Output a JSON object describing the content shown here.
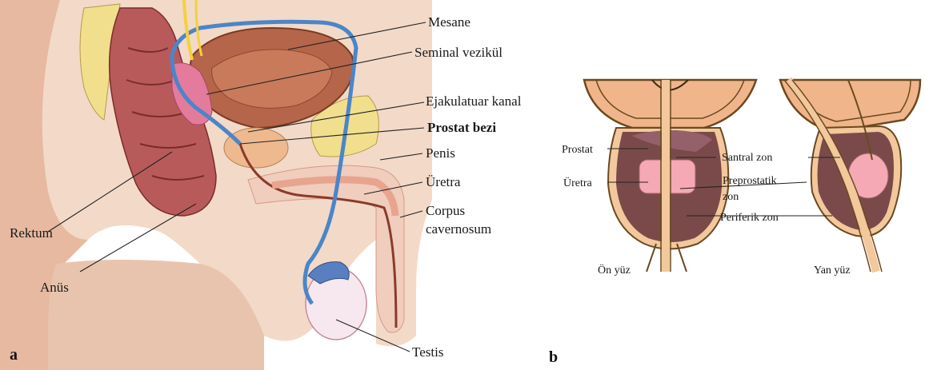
{
  "panel_a": {
    "letter": "a",
    "labels": {
      "mesane": "Mesane",
      "seminal": "Seminal vezikül",
      "ejakulatuar": "Ejakulatuar kanal",
      "prostat_bezi": "Prostat bezi",
      "penis": "Penis",
      "uretra": "Üretra",
      "corpus_1": "Corpus",
      "corpus_2": "cavernosum",
      "rektum": "Rektum",
      "anus": "Anüs",
      "testis": "Testis"
    }
  },
  "panel_b": {
    "letter": "b",
    "labels": {
      "prostat": "Prostat",
      "uretra": "Üretra",
      "santral": "Santral zon",
      "preprostatik_1": "Preprostatik",
      "preprostatik_2": "zon",
      "periferik": "Periferik zon",
      "on_yuz": "Ön yüz",
      "yan_yuz": "Yan yüz"
    }
  },
  "colors": {
    "skin": "#f3d9c8",
    "rectum": "#b95a5a",
    "bladder": "#b5654a",
    "prostate": "#7a4a4a",
    "vein": "#4a86c8",
    "outline": "#6b4a1f"
  }
}
